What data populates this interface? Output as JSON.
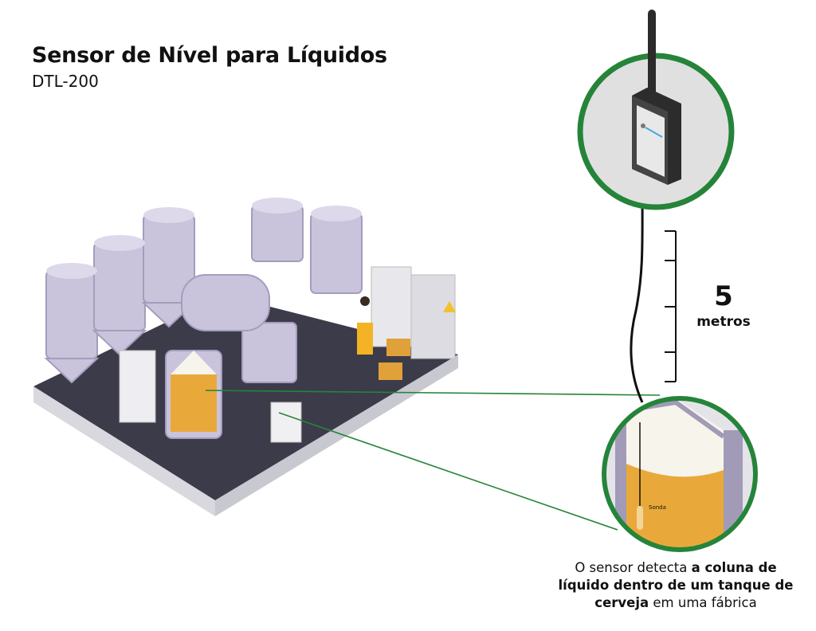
{
  "header": {
    "title": "Sensor de Nível para Líquidos",
    "subtitle": "DTL-200"
  },
  "measurement": {
    "value": "5",
    "unit": "metros"
  },
  "detail": {
    "probe_label": "Sonda"
  },
  "caption": {
    "part1": "O sensor detecta ",
    "bold1": "a coluna de líquido dentro de um tanque de cerveja",
    "part2": " em uma fábrica"
  },
  "colors": {
    "accent_green": "#25843a",
    "beer": "#e9a93a",
    "foam": "#f7f4ec",
    "tank": "#c9c3dc",
    "device": "#3a3a3a"
  }
}
